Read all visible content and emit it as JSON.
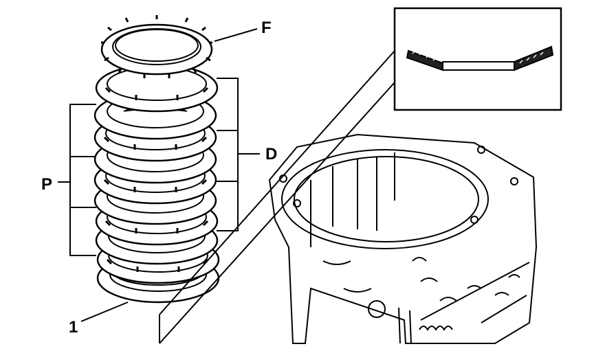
{
  "callouts": {
    "fiber_plate": "F",
    "steel_plates": "D",
    "pressure_plates": "P",
    "item_1": "1"
  },
  "colors": {
    "line": "#000000",
    "background": "#ffffff"
  }
}
